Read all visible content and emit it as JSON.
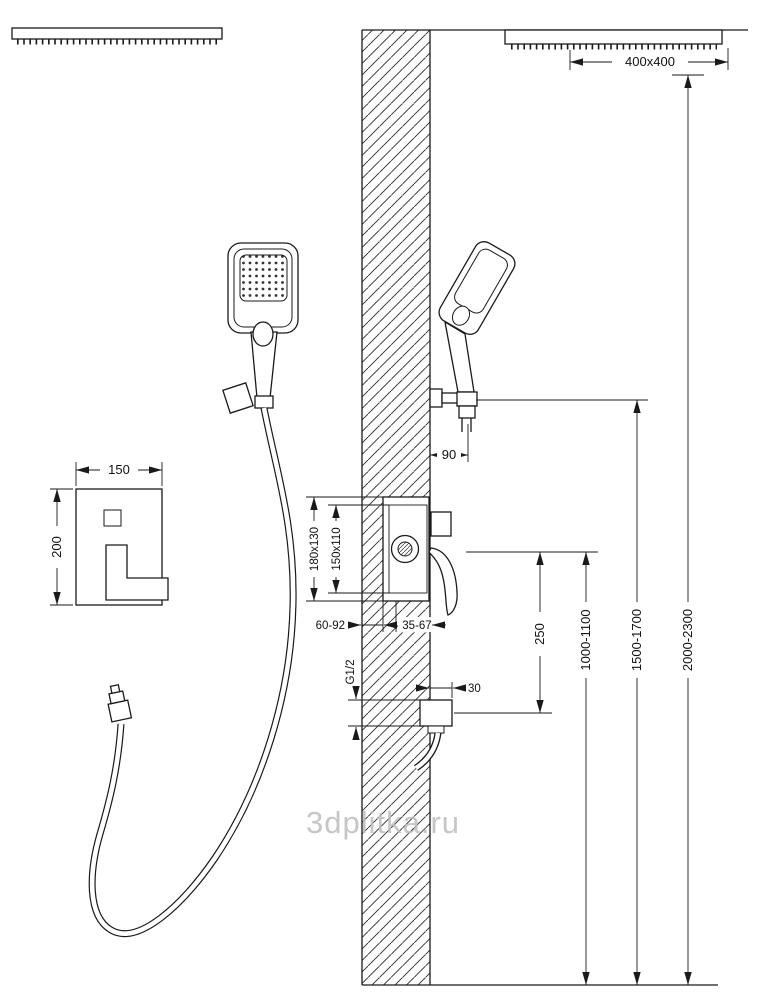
{
  "watermark": "3dplitka.ru",
  "labels": {
    "head_size": "400x400",
    "plate_width": "150",
    "plate_height": "200",
    "holder_offset": "90",
    "box_outer": "180x130",
    "box_inner": "150x110",
    "depth_outer": "60-92",
    "depth_inner": "35-67",
    "outlet_drop": "250",
    "outlet_offset": "30",
    "thread": "G1/2",
    "mixer_height": "1000-1100",
    "shower_height": "1500-1700",
    "head_height": "2000-2300"
  }
}
